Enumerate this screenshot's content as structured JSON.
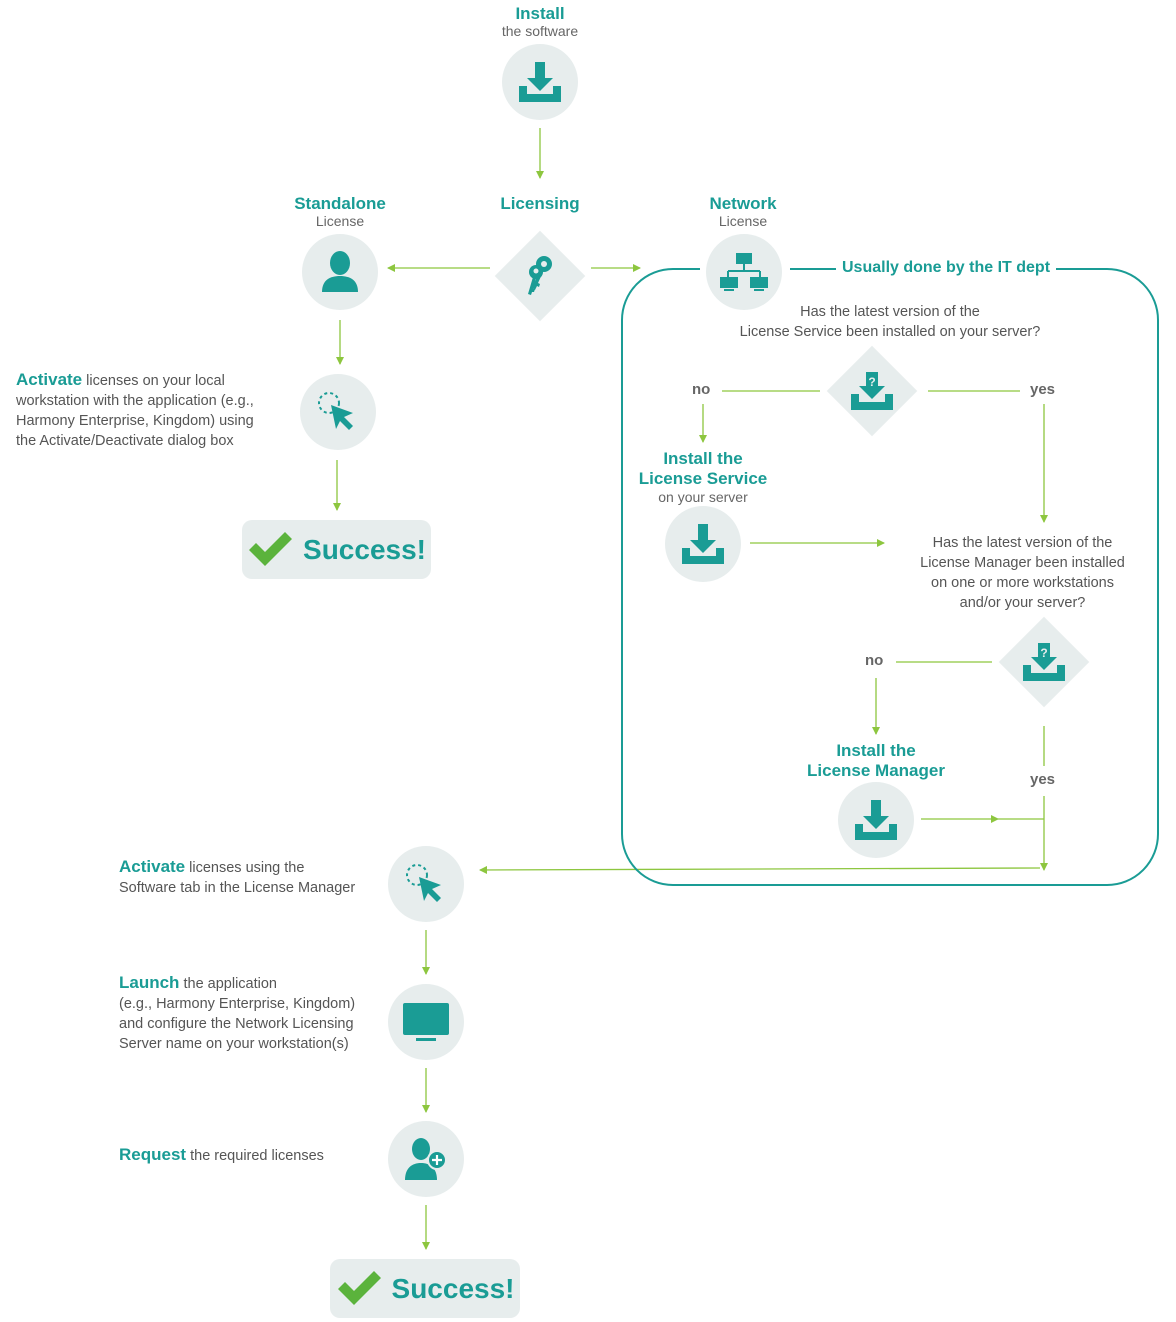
{
  "install": {
    "title": "Install",
    "subtitle": "the software"
  },
  "licensing": {
    "title": "Licensing"
  },
  "standalone": {
    "title": "Standalone",
    "subtitle": "License"
  },
  "network": {
    "title": "Network",
    "subtitle": "License"
  },
  "it_box": {
    "label": "Usually done by the IT dept"
  },
  "q1": {
    "line1": "Has the latest version of the",
    "line2": "License Service been installed on your server?"
  },
  "q1_no": "no",
  "q1_yes": "yes",
  "install_service": {
    "line1": "Install the",
    "line2": "License Service",
    "line3": "on your server"
  },
  "q2": {
    "line1": "Has the latest version of the",
    "line2": "License Manager been installed",
    "line3": "on one or more workstations",
    "line4": "and/or your server?"
  },
  "q2_no": "no",
  "q2_yes": "yes",
  "install_manager": {
    "line1": "Install the",
    "line2": "License Manager"
  },
  "activate_standalone": {
    "lead": "Activate",
    "rest1": " licenses on your local",
    "line2": "workstation with the application (e.g.,",
    "line3": "Harmony Enterprise, Kingdom) using",
    "line4": "the Activate/Deactivate dialog box"
  },
  "success_label": "Success!",
  "activate_network": {
    "lead": "Activate",
    "rest1": " licenses using the",
    "line2": "Software tab in the License Manager"
  },
  "launch": {
    "lead": "Launch",
    "rest1": " the application",
    "line2": "(e.g., Harmony Enterprise, Kingdom)",
    "line3": "and configure the Network Licensing",
    "line4": "Server name on your workstation(s)"
  },
  "request": {
    "lead": "Request",
    "rest1": " the required licenses"
  },
  "colors": {
    "teal": "#1a9c95",
    "green_arrow": "#8dc63f",
    "circle_bg": "#e7eded",
    "check": "#5bb33c"
  }
}
